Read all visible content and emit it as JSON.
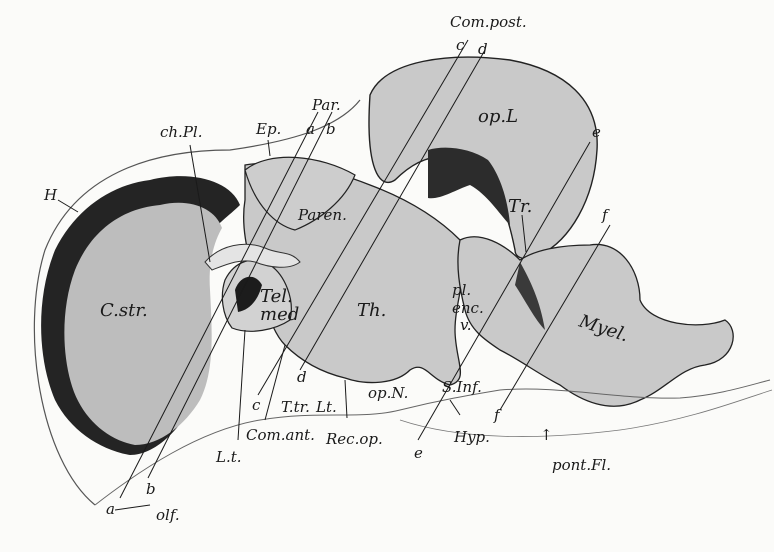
{
  "figure": {
    "background": "#fbfbf9",
    "tissue_fill": "#c9c9c9",
    "dark_fill": "#2c2c2c",
    "light_fill": "#e4e4e4",
    "line_color": "#1a1a1a"
  },
  "labels": {
    "com_post": "Com.post.",
    "c_top": "c",
    "d_top": "d",
    "op_l": "op.L",
    "e_top": "e",
    "par": "Par.",
    "a_top": "a",
    "b_top": "b",
    "ep": "Ep.",
    "ch_pl": "ch.Pl.",
    "h": "H",
    "paren": "Paren.",
    "tr": "Tr.",
    "f_top": "f",
    "c_str": "C.str.",
    "tel_med_1": "Tel.",
    "tel_med_2": "med",
    "th": "Th.",
    "pl_enc_v_1": "pl.",
    "pl_enc_v_2": "enc.",
    "pl_enc_v_3": "v.",
    "myel": "Myel.",
    "c_bottom": "c",
    "t_tr": "T.tr.",
    "d_bottom": "d",
    "lt_mid": "Lt.",
    "op_n": "op.N.",
    "s_inf": "S.Inf.",
    "f_bottom": "f",
    "com_ant": "Com.ant.",
    "rec_op": "Rec.op.",
    "lt_bottom": "L.t.",
    "e_bottom": "e",
    "hyp": "Hyp.",
    "arrow_up": "↑",
    "pont_fl": "pont.Fl.",
    "b_bottom": "b",
    "a_bottom": "a",
    "olf": "olf."
  }
}
